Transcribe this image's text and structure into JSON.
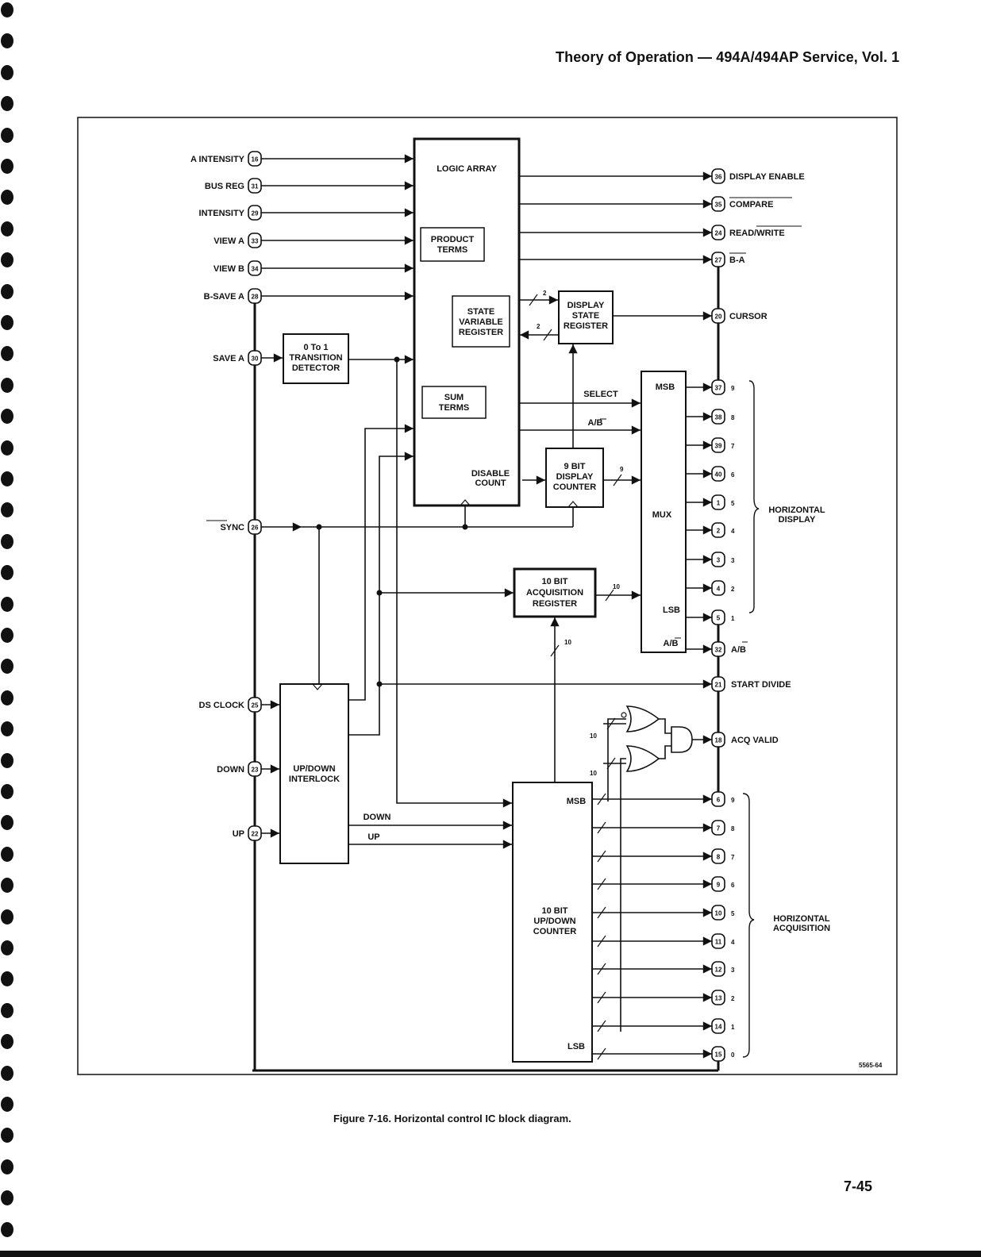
{
  "header": {
    "title": "Theory of Operation — 494A/494AP Service, Vol. 1"
  },
  "caption": "Figure 7-16. Horizontal control IC block diagram.",
  "page_number": "7-45",
  "figure_id": "5565-64",
  "blocks": {
    "logic_array": "LOGIC ARRAY",
    "product_terms": [
      "PRODUCT",
      "TERMS"
    ],
    "state_variable_register": [
      "STATE",
      "VARIABLE",
      "REGISTER"
    ],
    "sum_terms": [
      "SUM",
      "TERMS"
    ],
    "disable_count": [
      "DISABLE",
      "COUNT"
    ],
    "transition_detector": [
      "0 To 1",
      "TRANSITION",
      "DETECTOR"
    ],
    "display_state_register": [
      "DISPLAY",
      "STATE",
      "REGISTER"
    ],
    "display_counter": [
      "9 BIT",
      "DISPLAY",
      "COUNTER"
    ],
    "acquisition_register": [
      "10 BIT",
      "ACQUISITION",
      "REGISTER"
    ],
    "mux": "MUX",
    "mux_msb": "MSB",
    "mux_lsb": "LSB",
    "mux_ab": "A/B",
    "updown_interlock": [
      "UP/DOWN",
      "INTERLOCK"
    ],
    "updown_counter": [
      "10 BIT",
      "UP/DOWN",
      "COUNTER"
    ],
    "counter_msb": "MSB",
    "counter_lsb": "LSB"
  },
  "signals": {
    "select": "SELECT",
    "ab": "A/B",
    "down": "DOWN",
    "up": "UP",
    "bus_2": "2",
    "bus_9": "9",
    "bus_10": "10"
  },
  "inputs": [
    {
      "label": "A INTENSITY",
      "pin": "16"
    },
    {
      "label": "BUS REG",
      "pin": "31"
    },
    {
      "label": "INTENSITY",
      "pin": "29"
    },
    {
      "label": "VIEW A",
      "pin": "33"
    },
    {
      "label": "VIEW B",
      "pin": "34"
    },
    {
      "label": "B-SAVE A",
      "pin": "28"
    },
    {
      "label": "SAVE A",
      "pin": "30"
    },
    {
      "label": "SYNC",
      "pin": "26"
    },
    {
      "label": "DS CLOCK",
      "pin": "25"
    },
    {
      "label": "DOWN",
      "pin": "23"
    },
    {
      "label": "UP",
      "pin": "22"
    }
  ],
  "outputs_top": [
    {
      "label": "DISPLAY ENABLE",
      "pin": "36"
    },
    {
      "label": "COMPARE",
      "pin": "35"
    },
    {
      "label": "READ/WRITE",
      "pin": "24"
    },
    {
      "label": "B-A",
      "pin": "27"
    },
    {
      "label": "CURSOR",
      "pin": "20"
    }
  ],
  "display_outputs": [
    {
      "pin": "37",
      "bit": "9"
    },
    {
      "pin": "38",
      "bit": "8"
    },
    {
      "pin": "39",
      "bit": "7"
    },
    {
      "pin": "40",
      "bit": "6"
    },
    {
      "pin": "1",
      "bit": "5"
    },
    {
      "pin": "2",
      "bit": "4"
    },
    {
      "pin": "3",
      "bit": "3"
    },
    {
      "pin": "4",
      "bit": "2"
    },
    {
      "pin": "5",
      "bit": "1"
    }
  ],
  "horizontal_display": [
    "HORIZONTAL",
    "DISPLAY"
  ],
  "ab_output": {
    "label": "A/B",
    "pin": "32"
  },
  "start_divide": {
    "label": "START DIVIDE",
    "pin": "21"
  },
  "acq_valid": {
    "label": "ACQ VALID",
    "pin": "18"
  },
  "acq_outputs": [
    {
      "pin": "6",
      "bit": "9"
    },
    {
      "pin": "7",
      "bit": "8"
    },
    {
      "pin": "8",
      "bit": "7"
    },
    {
      "pin": "9",
      "bit": "6"
    },
    {
      "pin": "10",
      "bit": "5"
    },
    {
      "pin": "11",
      "bit": "4"
    },
    {
      "pin": "12",
      "bit": "3"
    },
    {
      "pin": "13",
      "bit": "2"
    },
    {
      "pin": "14",
      "bit": "1"
    },
    {
      "pin": "15",
      "bit": "0"
    }
  ],
  "horizontal_acquisition": [
    "HORIZONTAL",
    "ACQUISITION"
  ]
}
